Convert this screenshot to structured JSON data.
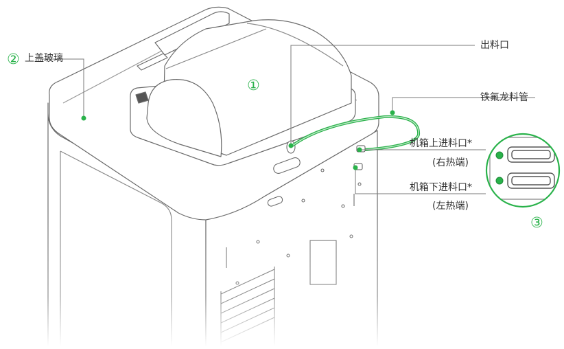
{
  "colors": {
    "accent": "#29b24a",
    "line": "#6a6a6a",
    "text": "#333333"
  },
  "labels": {
    "top_glass": "上盖玻璃",
    "outlet": "出料口",
    "ptfe_tube": "铁氟龙料管",
    "upper_inlet": "机箱上进料口*",
    "upper_note": "(右热端)",
    "lower_inlet": "机箱下进料口*",
    "lower_note": "(左热端)"
  },
  "markers": {
    "one": "①",
    "two": "②",
    "three": "③"
  }
}
